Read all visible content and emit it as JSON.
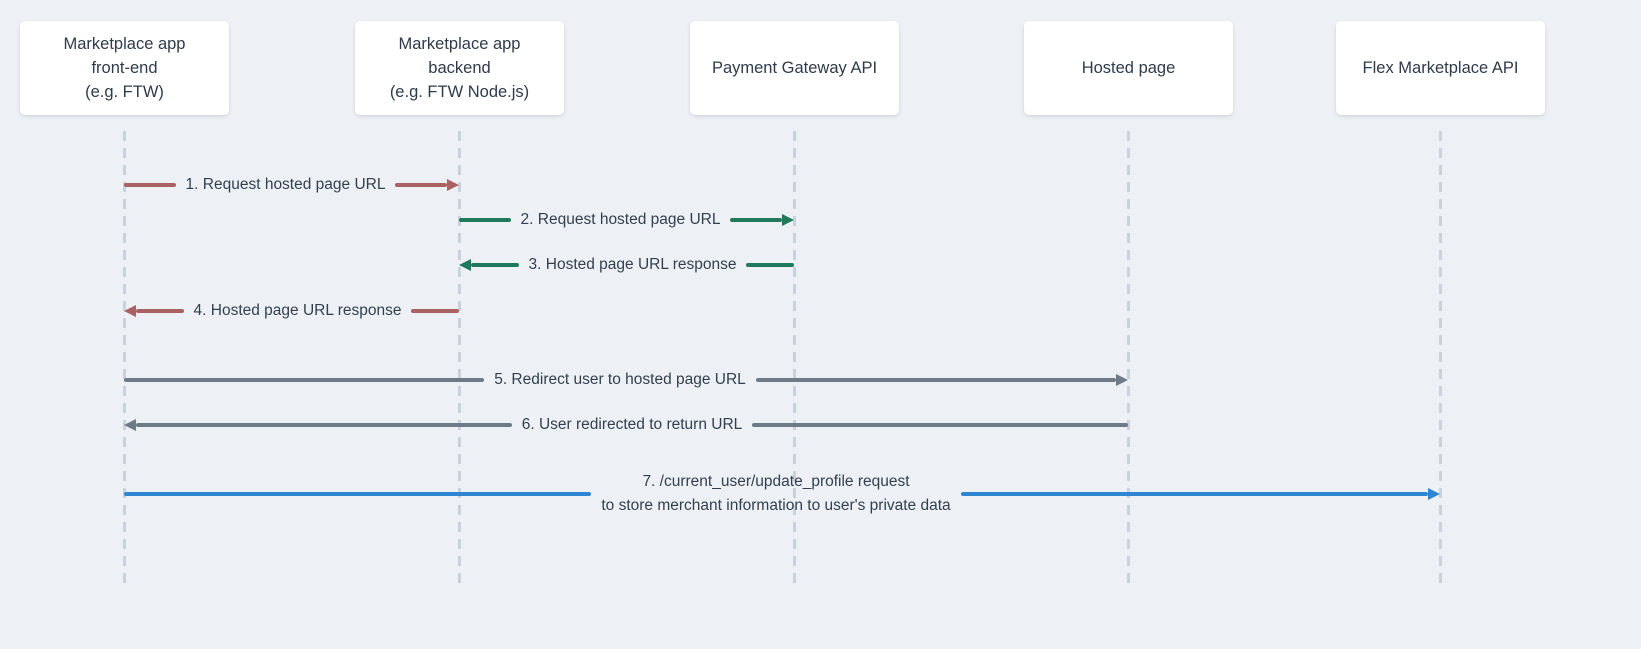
{
  "colors": {
    "background": "#edf1f5",
    "participant_background": "#ffffff",
    "participant_text": "#2e3b4a",
    "label_text": "#323f4e",
    "lifeline": "#c9d2dc",
    "arrow_red": "#a96161",
    "arrow_green": "#1e7a5a",
    "arrow_gray": "#6d7a88",
    "arrow_blue": "#2e86d2"
  },
  "participants": [
    {
      "id": "frontend",
      "label_lines": [
        "Marketplace app",
        "front-end",
        "(e.g. FTW)"
      ]
    },
    {
      "id": "backend",
      "label_lines": [
        "Marketplace app",
        "backend",
        "(e.g. FTW Node.js)"
      ]
    },
    {
      "id": "payment-gateway-api",
      "label_lines": [
        "Payment Gateway API"
      ]
    },
    {
      "id": "hosted-page",
      "label_lines": [
        "Hosted page"
      ]
    },
    {
      "id": "flex-marketplace-api",
      "label_lines": [
        "Flex Marketplace API"
      ]
    }
  ],
  "messages": [
    {
      "num": 1,
      "label": "1. Request hosted page URL",
      "from": "frontend",
      "to": "backend",
      "direction": "right",
      "color": "#a96161"
    },
    {
      "num": 2,
      "label": "2. Request hosted page URL",
      "from": "backend",
      "to": "payment-gateway-api",
      "direction": "right",
      "color": "#1e7a5a"
    },
    {
      "num": 3,
      "label": "3. Hosted page URL response",
      "from": "payment-gateway-api",
      "to": "backend",
      "direction": "left",
      "color": "#1e7a5a"
    },
    {
      "num": 4,
      "label": "4. Hosted page URL response",
      "from": "backend",
      "to": "frontend",
      "direction": "left",
      "color": "#a96161"
    },
    {
      "num": 5,
      "label": "5. Redirect user to hosted page URL",
      "from": "frontend",
      "to": "hosted-page",
      "direction": "right",
      "color": "#6d7a88"
    },
    {
      "num": 6,
      "label": "6. User redirected to return URL",
      "from": "hosted-page",
      "to": "frontend",
      "direction": "left",
      "color": "#6d7a88"
    },
    {
      "num": 7,
      "label_lines": [
        "7. /current_user/update_profile request",
        "to store merchant information to user's private data"
      ],
      "from": "frontend",
      "to": "flex-marketplace-api",
      "direction": "right",
      "color": "#2e86d2"
    }
  ]
}
